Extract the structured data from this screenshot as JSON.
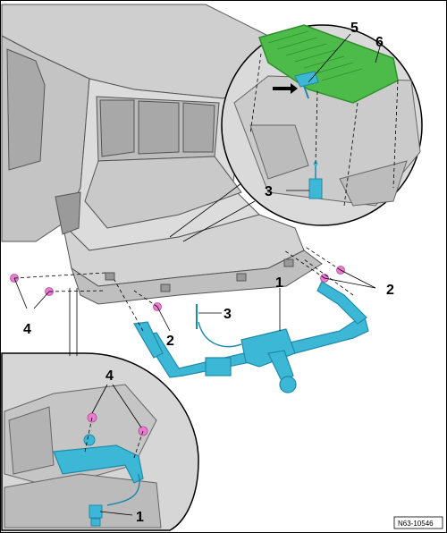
{
  "figure": {
    "reference_code": "N63-10546",
    "callouts": {
      "c1_main": "1",
      "c2_right": "2",
      "c2_center": "2",
      "c3_main": "3",
      "c4_left": "4",
      "c3_inset": "3",
      "c5_inset": "5",
      "c6_inset": "6",
      "c4_inset": "4",
      "c1_inset": "1"
    }
  },
  "colors": {
    "part_blue": "#3cb8d6",
    "part_blue_dark": "#1f8aa8",
    "cover_green": "#4dbb4a",
    "cover_green_dark": "#2f8f2d",
    "bolt_pink": "#e97ccf",
    "body_grey": "#d8d8d8",
    "body_grey_dark": "#8a8a8a",
    "glass_grey": "#b5b5b5"
  }
}
